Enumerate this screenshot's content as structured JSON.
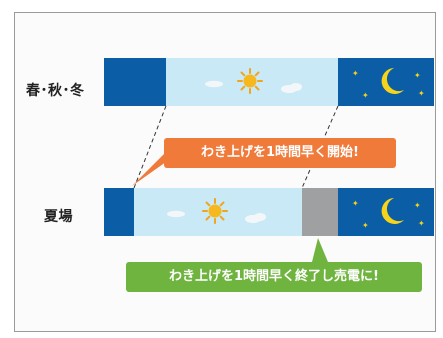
{
  "rows": {
    "top_label": "春･秋･冬",
    "bottom_label": "夏場"
  },
  "callouts": {
    "start_early": "わき上げを1時間早く開始!",
    "end_early": "わき上げを1時間早く終了し売電に!"
  },
  "colors": {
    "night": "#0b5ea6",
    "day": "#c9e9f6",
    "stopped": "#9ea0a2",
    "orange": "#ef7a3a",
    "green": "#6fb43f"
  },
  "icons": [
    "sun-icon",
    "cloud-icon",
    "moon-icon",
    "star-icon"
  ]
}
